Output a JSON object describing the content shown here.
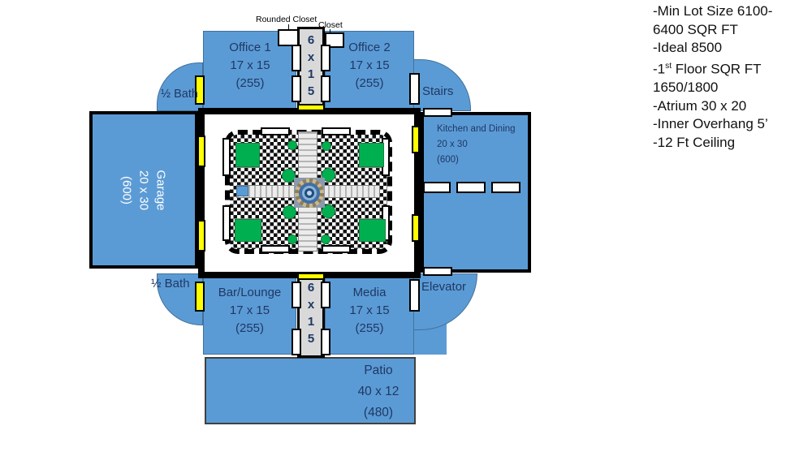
{
  "colors": {
    "room_blue": "#5b9bd5",
    "room_border_blue": "#41719c",
    "label_navy": "#1f3864",
    "wall_black": "#000000",
    "door_yellow": "#ffff00",
    "hall_gray": "#d9d9d9",
    "garden_green": "#00b050",
    "paper_white": "#ffffff"
  },
  "annotations": {
    "rounded_closet": "Rounded Closet",
    "closet": "Closet"
  },
  "rooms": {
    "office1": {
      "name": "Office 1",
      "dims": "17 x 15",
      "area": "(255)"
    },
    "office2": {
      "name": "Office 2",
      "dims": "17 x 15",
      "area": "(255)"
    },
    "garage": {
      "name": "Garage",
      "dims": "20 x 30",
      "area": "(600)"
    },
    "kitchen": {
      "name": "Kitchen and Dining",
      "dims": "20 x 30",
      "area": "(600)"
    },
    "bar_lounge": {
      "name": "Bar/Lounge",
      "dims": "17 x 15",
      "area": "(255)"
    },
    "media": {
      "name": "Media",
      "dims": "17 x 15",
      "area": "(255)"
    },
    "patio": {
      "name": "Patio",
      "dims": "40 x 12",
      "area": "(480)"
    },
    "half_bath_top": {
      "name": "½ Bath"
    },
    "half_bath_bottom": {
      "name": "½ Bath"
    },
    "stairs": {
      "name": "Stairs"
    },
    "elevator": {
      "name": "Elevator"
    }
  },
  "hallways": {
    "top": {
      "chars": [
        "6",
        "x",
        "1",
        "5"
      ]
    },
    "bottom": {
      "chars": [
        "6",
        "x",
        "1",
        "5"
      ]
    }
  },
  "notes": {
    "lines": [
      "-Min Lot Size 6100-",
      "6400 SQR FT",
      "-Ideal 8500",
      "1650/1800",
      "-Atrium 30 x 20",
      "-Inner Overhang 5’",
      "-12 Ft Ceiling"
    ],
    "first_floor": {
      "pre": "-1",
      "sup": "st",
      "post": " Floor SQR FT"
    }
  }
}
